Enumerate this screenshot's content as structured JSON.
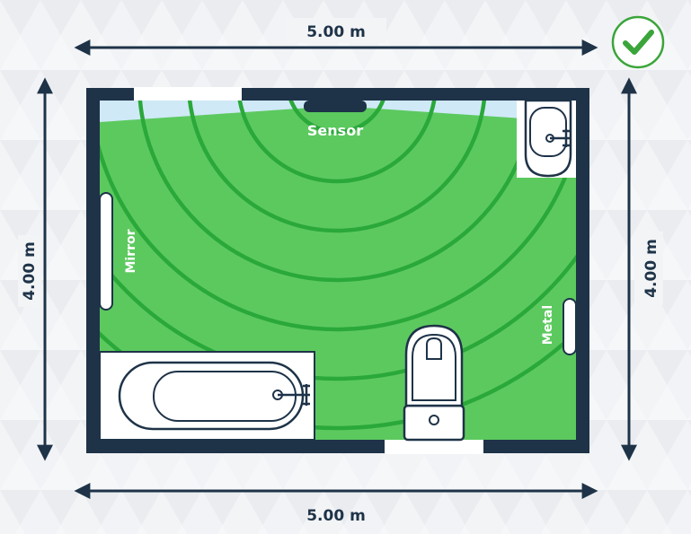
{
  "dimensions": {
    "top": "5.00 m",
    "bottom": "5.00 m",
    "left": "4.00 m",
    "right": "4.00 m"
  },
  "labels": {
    "sensor": "Sensor",
    "mirror": "Mirror",
    "metal": "Metal"
  },
  "status": {
    "icon": "checkmark-circle-icon",
    "state": "approved"
  },
  "colors": {
    "wall": "#1e3348",
    "coverage": "#5cc95f",
    "waves": "#2aa83a",
    "check": "#3aa53a",
    "dimension": "#1e3348"
  }
}
